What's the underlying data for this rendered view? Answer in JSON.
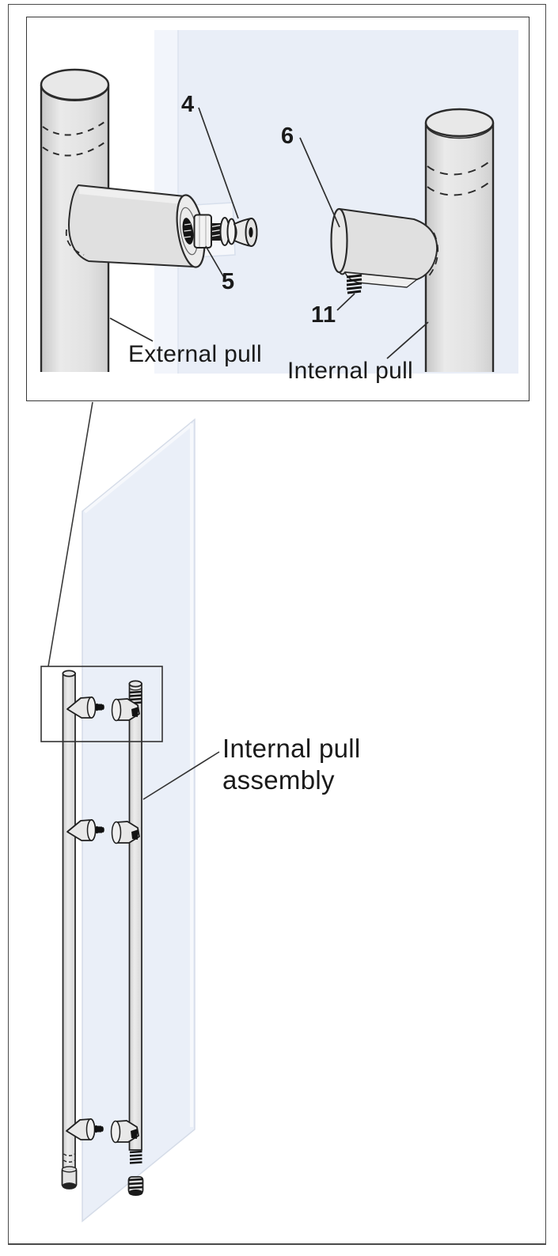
{
  "detail_view": {
    "callout_4": "4",
    "callout_5": "5",
    "callout_6": "6",
    "callout_11": "11",
    "external_pull_label": "External pull",
    "internal_pull_label": "Internal pull"
  },
  "overview": {
    "assembly_label_line1": "Internal pull",
    "assembly_label_line2": "assembly"
  },
  "colors": {
    "glass": "#e9eef7",
    "glass_highlight": "#f2f5fb",
    "metal_light": "#e6e6e6",
    "metal_shadow": "#c9c9c9",
    "outline": "#2b2b2b",
    "text": "#1a1a1a"
  }
}
